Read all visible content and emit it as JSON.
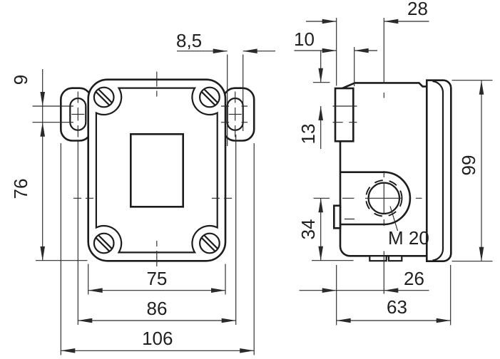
{
  "drawing": {
    "front_view": {
      "slot_width_dim": "8,5",
      "slot_length_dim": "9",
      "mount_to_bottom_dim": "76",
      "body_width_dim": "75",
      "mount_spacing_dim": "86",
      "overall_width_dim": "106"
    },
    "side_view": {
      "top_depth_dim": "28",
      "tab_thickness_dim": "10",
      "slot_offset_dim": "13",
      "overall_height_dim": "99",
      "gland_height_dim": "34",
      "gland_thread_label": "M 20",
      "gland_depth_dim": "26",
      "overall_depth_dim": "63"
    },
    "colors": {
      "line": "#1c1c1c",
      "background": "#ffffff"
    }
  }
}
